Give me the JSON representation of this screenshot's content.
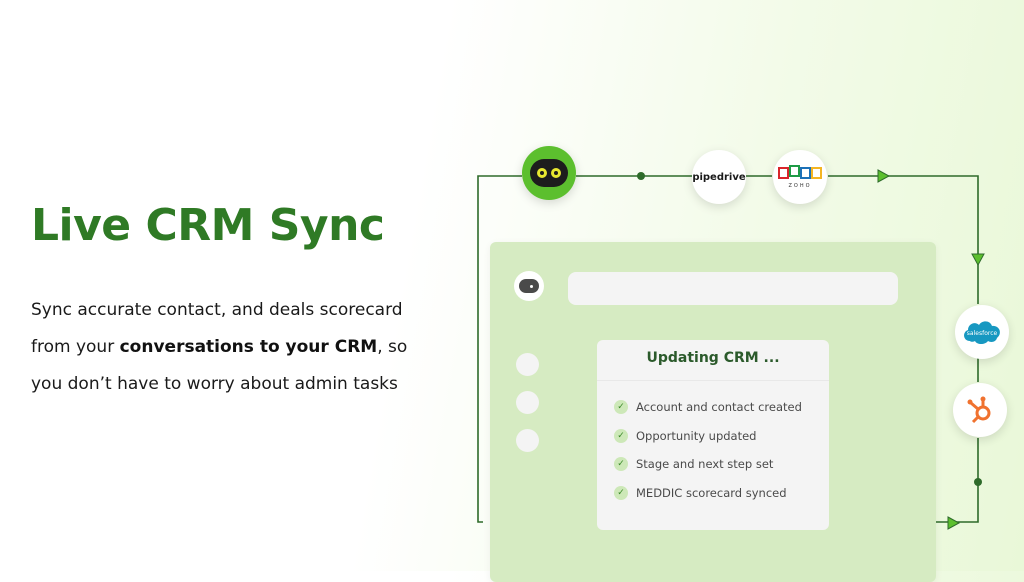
{
  "headline": "Live CRM Sync",
  "description": {
    "line1": "Sync accurate contact, and deals scorecard",
    "line2_prefix": "from your ",
    "line2_bold": "conversations to your CRM",
    "line2_suffix": ", so",
    "line3": "you don’t have to worry about admin tasks"
  },
  "integrations": {
    "pipedrive": "pipedrive",
    "zoho": "ZOHO",
    "salesforce": "salesforce"
  },
  "update_card": {
    "title": "Updating CRM ...",
    "tasks": [
      "Account and contact created",
      "Opportunity updated",
      "Stage and next step set",
      "MEDDIC scorecard synced"
    ]
  },
  "colors": {
    "accent": "#2f7a25",
    "brand_green": "#5cbf2e",
    "line": "#2e6b2a",
    "panel": "#d6ebc2"
  }
}
